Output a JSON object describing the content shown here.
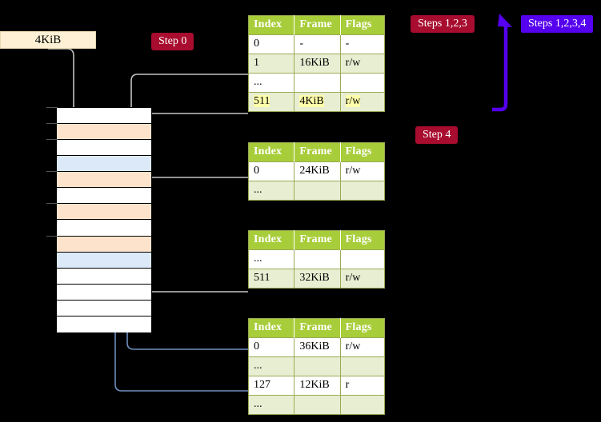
{
  "labels": {
    "size_box": "4KiB",
    "step0": "Step 0",
    "step4": "Step 4",
    "steps123": "Steps 1,2,3",
    "steps1234": "Steps 1,2,3,4"
  },
  "colors": {
    "table_header": "#a8cd3a",
    "table_alt_row": "#e8eed2",
    "badge_crimson": "#a80c2e",
    "badge_violet": "#5500ee",
    "highlight_yellow": "#ffffaa",
    "mem_orange": "#fde3cc",
    "mem_blue": "#dce9f8",
    "size_box": "#fdf0d5",
    "wire_grey": "#b9b9b9",
    "wire_blue": "#6f8fbf"
  },
  "tables": [
    {
      "id": "pml4",
      "headers": [
        "Index",
        "Frame",
        "Flags"
      ],
      "rows": [
        {
          "cells": [
            "0",
            "-",
            "-"
          ],
          "alt": false,
          "highlight": false
        },
        {
          "cells": [
            "1",
            "16KiB",
            "r/w"
          ],
          "alt": true,
          "highlight": false
        },
        {
          "cells": [
            "...",
            "",
            ""
          ],
          "alt": false,
          "highlight": false
        },
        {
          "cells": [
            "511",
            "4KiB",
            "r/w"
          ],
          "alt": true,
          "highlight": true
        }
      ]
    },
    {
      "id": "pdpt",
      "headers": [
        "Index",
        "Frame",
        "Flags"
      ],
      "rows": [
        {
          "cells": [
            "0",
            "24KiB",
            "r/w"
          ],
          "alt": false,
          "highlight": false
        },
        {
          "cells": [
            "...",
            "",
            ""
          ],
          "alt": true,
          "highlight": false
        }
      ]
    },
    {
      "id": "pd",
      "headers": [
        "Index",
        "Frame",
        "Flags"
      ],
      "rows": [
        {
          "cells": [
            "...",
            "",
            ""
          ],
          "alt": false,
          "highlight": false
        },
        {
          "cells": [
            "511",
            "32KiB",
            "r/w"
          ],
          "alt": true,
          "highlight": false
        }
      ]
    },
    {
      "id": "pt",
      "headers": [
        "Index",
        "Frame",
        "Flags"
      ],
      "rows": [
        {
          "cells": [
            "0",
            "36KiB",
            "r/w"
          ],
          "alt": false,
          "highlight": false
        },
        {
          "cells": [
            "...",
            "",
            ""
          ],
          "alt": true,
          "highlight": false
        },
        {
          "cells": [
            "127",
            "12KiB",
            "r"
          ],
          "alt": false,
          "highlight": false
        },
        {
          "cells": [
            "...",
            "",
            ""
          ],
          "alt": true,
          "highlight": false
        }
      ]
    }
  ],
  "memory": {
    "rows": [
      {
        "fill": "white"
      },
      {
        "fill": "orange"
      },
      {
        "fill": "white"
      },
      {
        "fill": "blue"
      },
      {
        "fill": "orange"
      },
      {
        "fill": "white"
      },
      {
        "fill": "orange"
      },
      {
        "fill": "white"
      },
      {
        "fill": "orange"
      },
      {
        "fill": "blue"
      },
      {
        "fill": "white"
      },
      {
        "fill": "white"
      },
      {
        "fill": "white"
      },
      {
        "fill": "white"
      }
    ]
  }
}
